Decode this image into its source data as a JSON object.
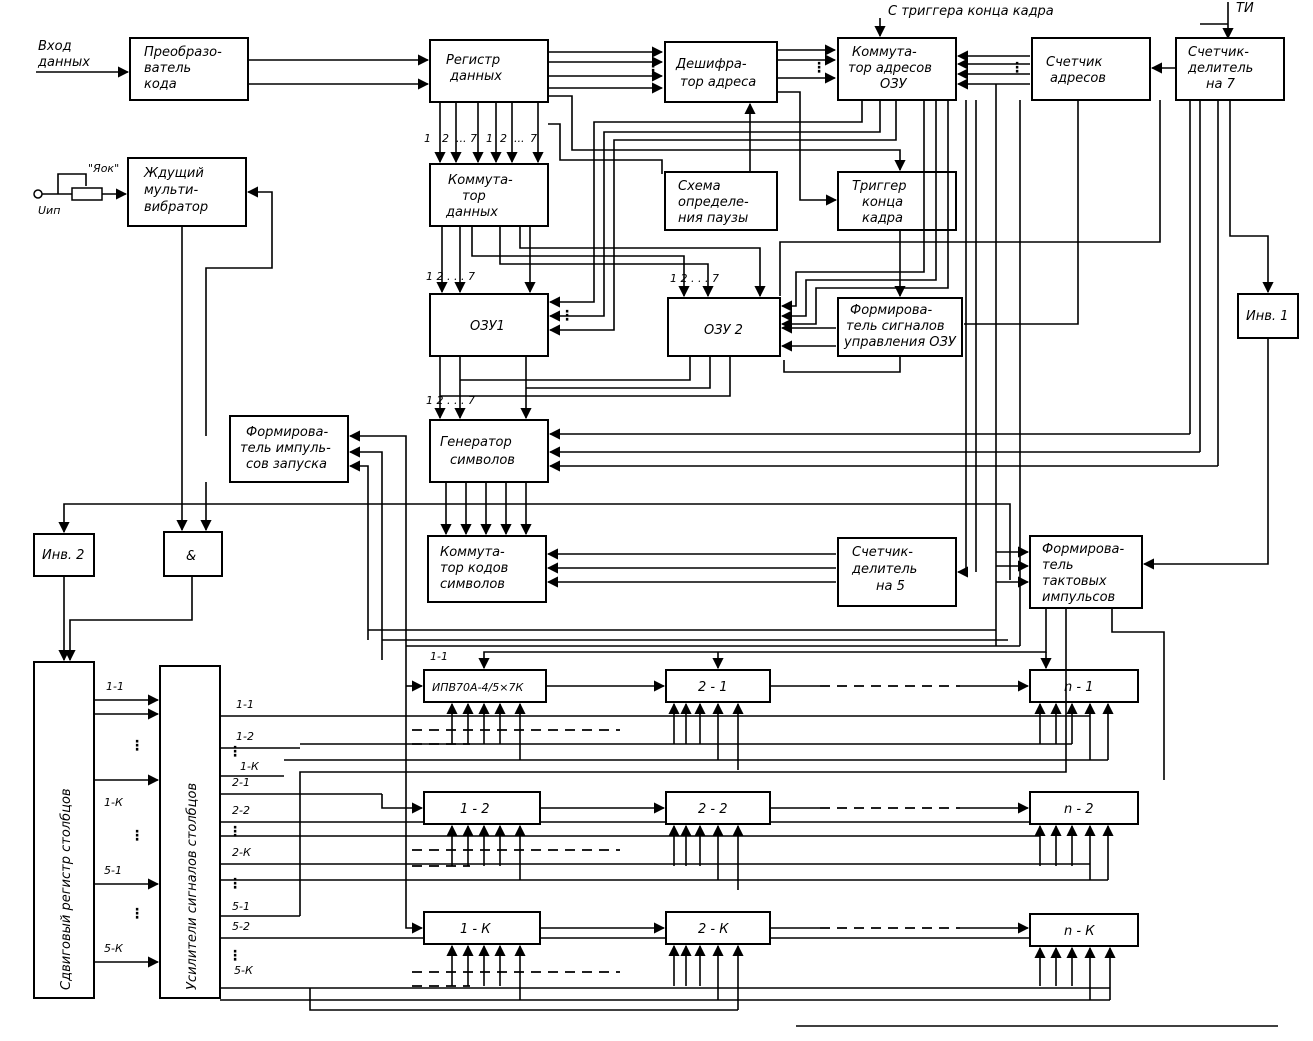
{
  "inputs": {
    "data_in_1": "Вход",
    "data_in_2": "данных",
    "ti": "ТИ",
    "frame_end_trigger": "С триггера конца кадра",
    "supply": "Uип",
    "yak": "\"Яок\""
  },
  "blocks": {
    "code_converter": [
      "Преобразо-",
      "ватель",
      "кода"
    ],
    "data_register": [
      "Регистр",
      "данных"
    ],
    "address_decoder": [
      "Дешифра-",
      "тор адреса"
    ],
    "ram_address_switch": [
      "Коммута-",
      "тор адресов",
      "ОЗУ"
    ],
    "address_counter": [
      "Счетчик",
      "адресов"
    ],
    "divider7": [
      "Счетчик-",
      "делитель",
      "на 7"
    ],
    "one_shot": [
      "Ждущий",
      "мульти-",
      "вибратор"
    ],
    "data_switch": [
      "Коммута-",
      "тор",
      "данных"
    ],
    "pause_detector": [
      "Схема",
      "определе-",
      "ния паузы"
    ],
    "frame_end_trigger_block": [
      "Триггер",
      "конца",
      "кадра"
    ],
    "ram1": [
      "ОЗУ1"
    ],
    "ram2": [
      "ОЗУ 2"
    ],
    "ram_ctrl_shaper": [
      "Формирова-",
      "тель сигналов",
      "управления ОЗУ"
    ],
    "inv1": [
      "Инв. 1"
    ],
    "start_pulse_shaper": [
      "Формирова-",
      "тель импуль-",
      "сов запуска"
    ],
    "char_generator": [
      "Генератор",
      "символов"
    ],
    "inv2": [
      "Инв. 2"
    ],
    "and_gate": [
      "&"
    ],
    "char_code_switch": [
      "Коммута-",
      "тор кодов",
      "символов"
    ],
    "divider5": [
      "Счетчик-",
      "делитель",
      "на 5"
    ],
    "clock_shaper": [
      "Формирова-",
      "тель",
      "тактовых",
      "импульсов"
    ],
    "shift_register": "Сдвиговый регистр столбцов",
    "column_amplifiers": "Усилители сигналов столбцов"
  },
  "indicators": {
    "m11": "ИПВ70А-4/5×7К",
    "m11_tag": "1-1",
    "m21": "2 - 1",
    "mn1": "n - 1",
    "m12": "1 - 2",
    "m22": "2 - 2",
    "mn2": "n - 2",
    "m1k": "1 - К",
    "m2k": "2 - К",
    "mnk": "n - К"
  },
  "bus_labels": {
    "reg_out": [
      "1",
      "2",
      "...",
      "7",
      "1",
      "2",
      "...",
      "7"
    ],
    "ram1_in": "1   2 . . .   7",
    "ram2_in": "1   2 . . .  7",
    "gen_in": "1   2 . . .   7",
    "sr_out": [
      "1-1",
      "1-К",
      "5-1",
      "5-К"
    ],
    "amp_out": [
      "1-1",
      "1-2",
      "1-К",
      "2-1",
      "2-2",
      "2-К",
      "5-1",
      "5-2",
      "5-К"
    ]
  }
}
